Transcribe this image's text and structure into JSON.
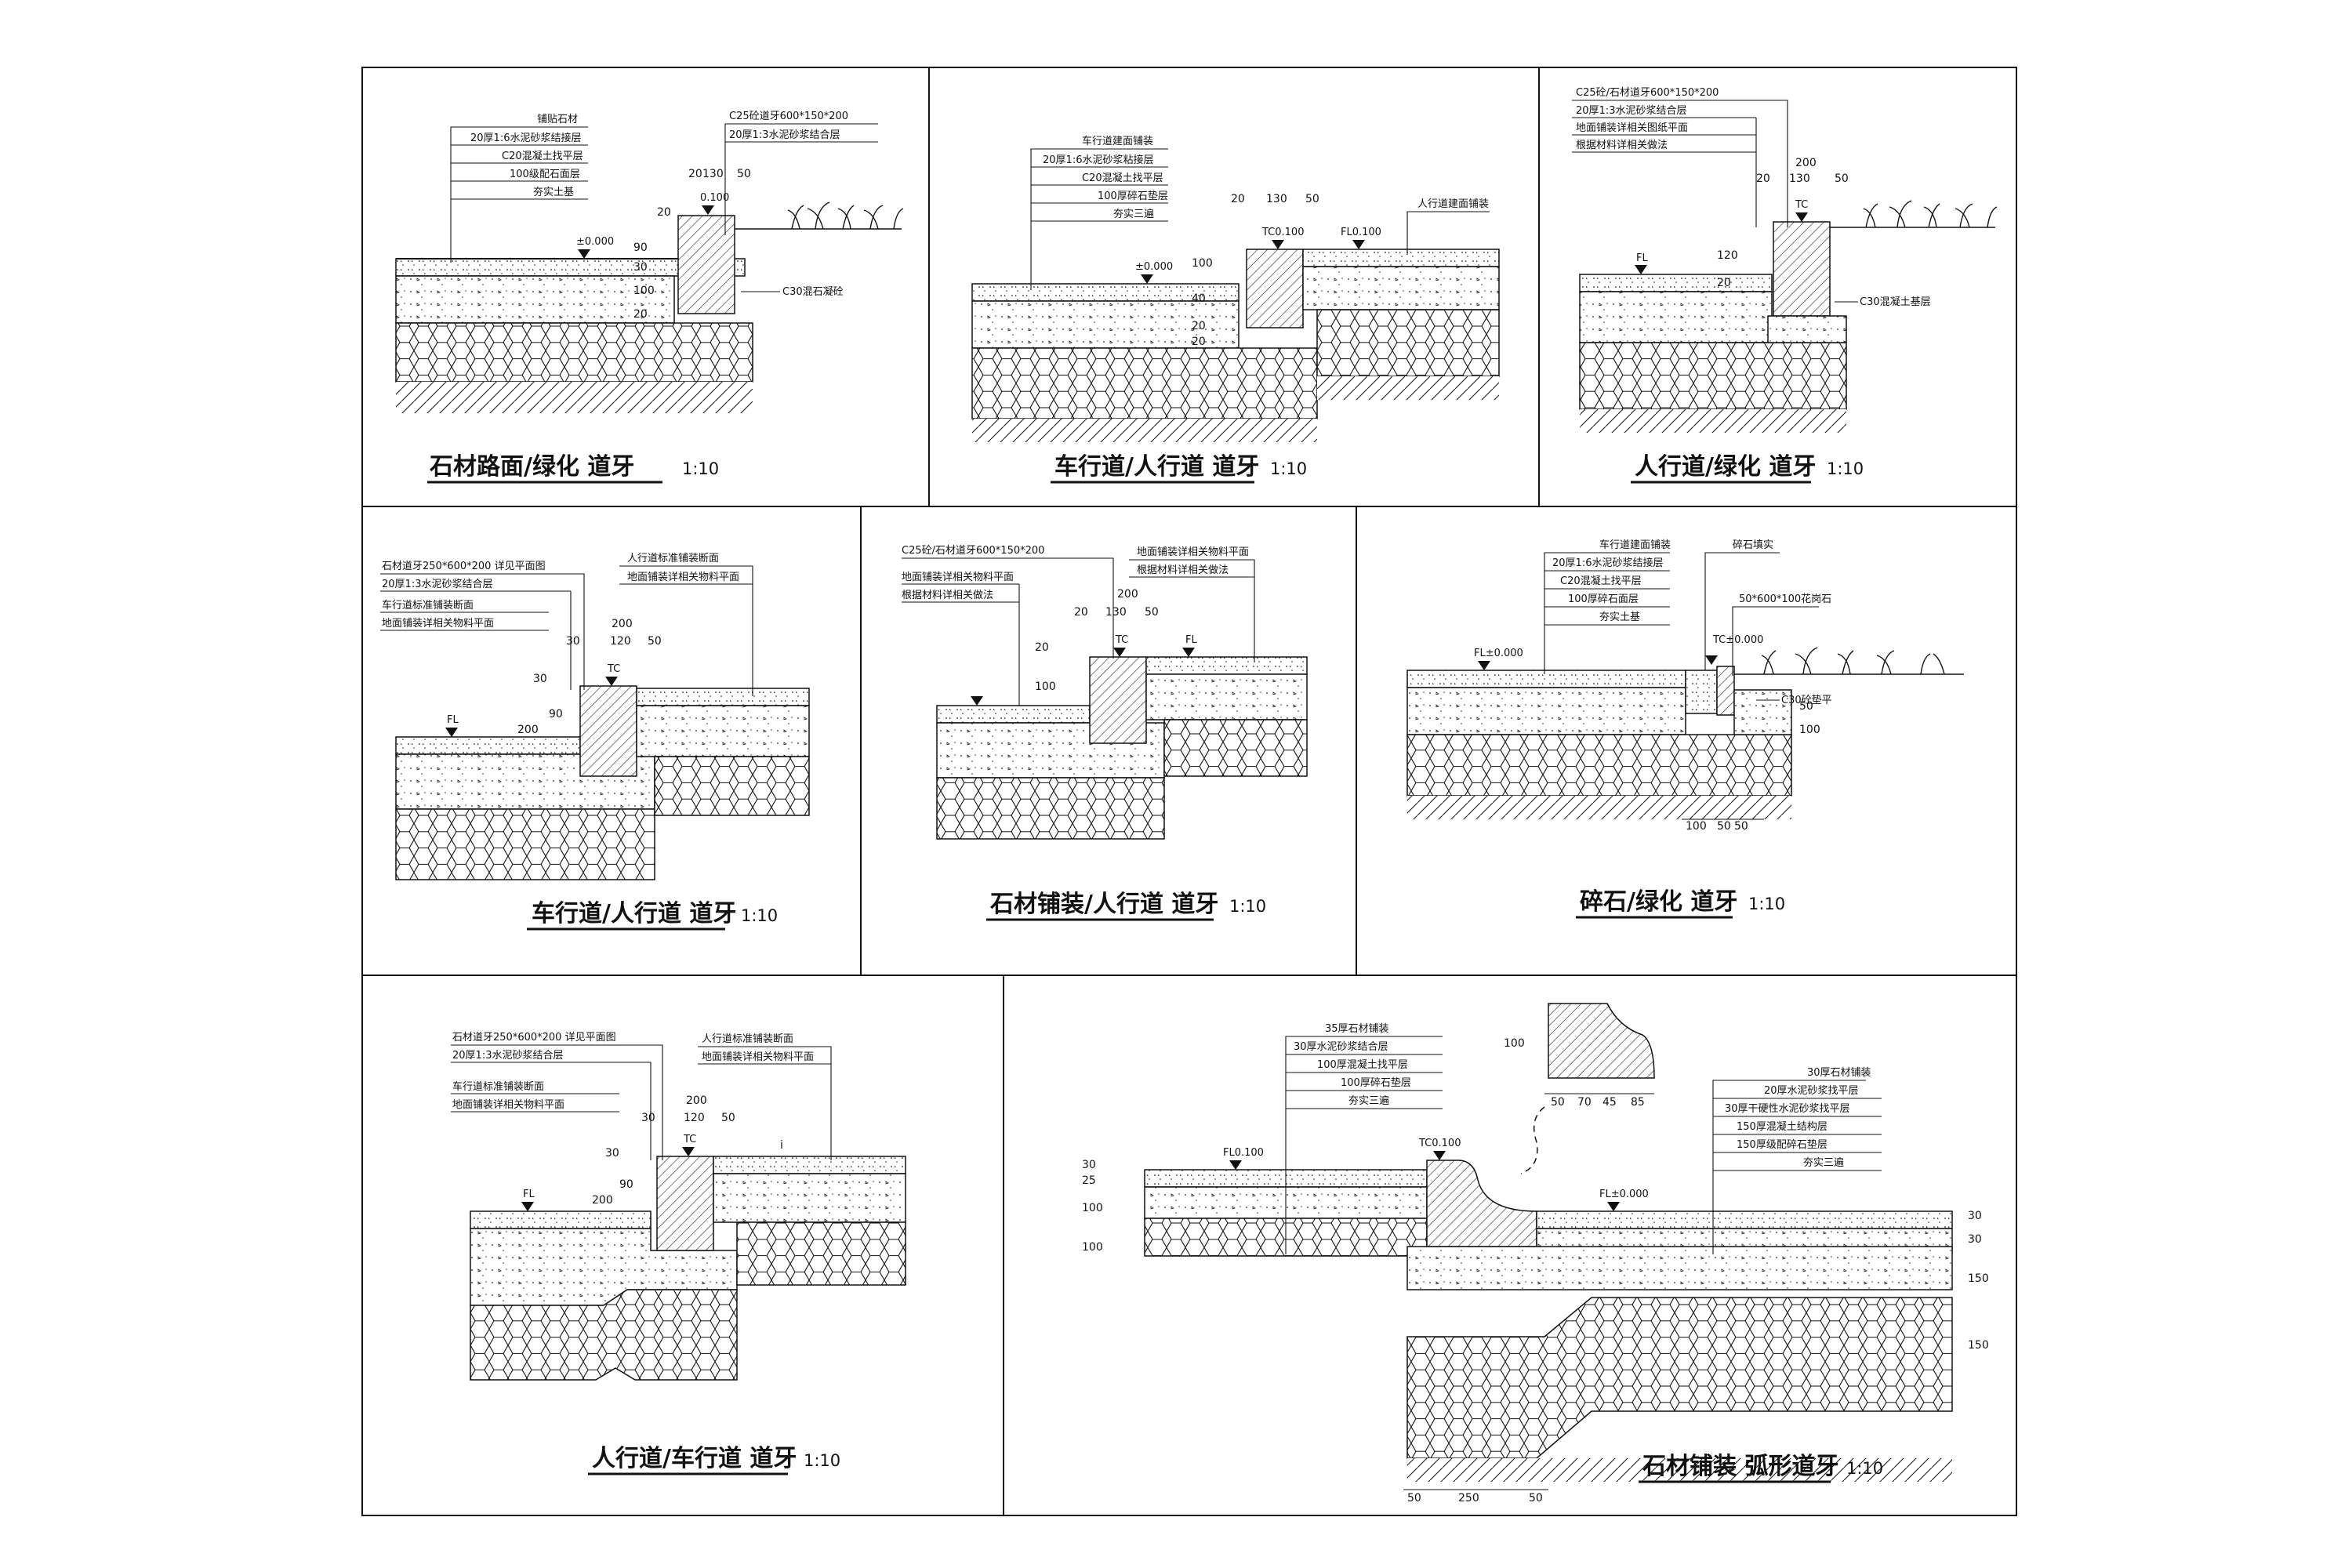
{
  "panels": [
    {
      "id": "p1",
      "title": "石材路面/绿化 道牙",
      "scale": "1:10",
      "leaders_left": [
        "铺贴石材",
        "20厚1:6水泥砂浆结接层",
        "C20混凝土找平层",
        "100级配石面层",
        "夯实土基"
      ],
      "leaders_right": [
        "C25砼道牙600*150*200",
        "20厚1:3水泥砂浆结合层"
      ],
      "dims_top": [
        "20",
        "130",
        "50"
      ],
      "dims_side": [
        "20",
        "90",
        "30",
        "100",
        "20"
      ],
      "levels": [
        "±0.000",
        "0.100"
      ],
      "note": "C30混石凝砼"
    },
    {
      "id": "p2",
      "title": "车行道/人行道 道牙",
      "scale": "1:10",
      "leaders_left": [
        "车行道建面铺装",
        "20厚1:6水泥砂浆粘接层",
        "C20混凝土找平层",
        "100厚碎石垫层",
        "夯实三遍"
      ],
      "leaders_right": [
        "人行道建面铺装"
      ],
      "dims_top": [
        "20",
        "130",
        "50"
      ],
      "dims_side": [
        "100",
        "40",
        "20",
        "20"
      ],
      "levels": [
        "±0.000",
        "TC0.100",
        "FL0.100"
      ]
    },
    {
      "id": "p3",
      "title": "人行道/绿化 道牙",
      "scale": "1:10",
      "leaders_left": [
        "C25砼/石材道牙600*150*200",
        "20厚1:3水泥砂浆结合层",
        "地面铺装详相关图纸平面",
        "根据材料详相关做法"
      ],
      "dims_top": [
        "200",
        "20",
        "130",
        "50"
      ],
      "dims_side": [
        "120",
        "20"
      ],
      "levels": [
        "FL",
        "TC"
      ],
      "note": "C30混凝土基层"
    },
    {
      "id": "p4",
      "title": "车行道/人行道 道牙",
      "scale": "1:10",
      "leaders_left": [
        "石材道牙250*600*200 详见平面图",
        "20厚1:3水泥砂浆结合层",
        "车行道标准铺装断面",
        "地面铺装详相关物料平面"
      ],
      "leaders_right": [
        "人行道标准铺装断面",
        "地面铺装详相关物料平面"
      ],
      "dims_top": [
        "200",
        "30",
        "120",
        "50"
      ],
      "dims_side": [
        "30",
        "90",
        "200"
      ],
      "levels": [
        "FL",
        "TC"
      ]
    },
    {
      "id": "p5",
      "title": "石材铺装/人行道 道牙",
      "scale": "1:10",
      "leaders_left": [
        "C25砼/石材道牙600*150*200",
        "地面铺装详相关物料平面",
        "根据材料详相关做法"
      ],
      "leaders_right": [
        "地面铺装详相关物料平面",
        "根据材料详相关做法"
      ],
      "dims_top": [
        "200",
        "20",
        "130",
        "50"
      ],
      "dims_side": [
        "20",
        "100"
      ],
      "levels": [
        "TC",
        "FL"
      ]
    },
    {
      "id": "p6",
      "title": "碎石/绿化 道牙",
      "scale": "1:10",
      "leaders_left": [
        "车行道建面铺装",
        "20厚1:6水泥砂浆结接层",
        "C20混凝土找平层",
        "100厚碎石面层",
        "夯实土基"
      ],
      "leaders_right": [
        "碎石填实",
        "50*600*100花岗石"
      ],
      "dims_bottom": [
        "100",
        "50",
        "50"
      ],
      "dims_side": [
        "50",
        "100"
      ],
      "levels": [
        "FL±0.000",
        "TC±0.000"
      ],
      "note": "C30砼垫平"
    },
    {
      "id": "p7",
      "title": "人行道/车行道 道牙",
      "scale": "1:10",
      "leaders_left": [
        "石材道牙250*600*200 详见平面图",
        "20厚1:3水泥砂浆结合层",
        "车行道标准铺装断面",
        "地面铺装详相关物料平面"
      ],
      "leaders_right": [
        "人行道标准铺装断面",
        "地面铺装详相关物料平面"
      ],
      "dims_top": [
        "200",
        "30",
        "120",
        "50"
      ],
      "dims_side": [
        "30",
        "90",
        "200"
      ],
      "levels": [
        "FL",
        "TC"
      ],
      "note": "i"
    },
    {
      "id": "p8",
      "title": "石材铺装 弧形道牙",
      "scale": "1:10",
      "leaders_left": [
        "35厚石材铺装",
        "30厚水泥砂浆结合层",
        "100厚混凝土找平层",
        "100厚碎石垫层",
        "夯实三遍"
      ],
      "leaders_right": [
        "30厚石材铺装",
        "20厚水泥砂浆找平层",
        "30厚干硬性水泥砂浆找平层",
        "150厚混凝土结构层",
        "150厚级配碎石垫层",
        "夯实三遍"
      ],
      "dims_top": [
        "50",
        "70",
        "45",
        "85"
      ],
      "dims_detail": [
        "100"
      ],
      "dims_bottom": [
        "50",
        "250",
        "50"
      ],
      "dims_left": [
        "30",
        "25",
        "100",
        "100"
      ],
      "dims_right": [
        "30",
        "30",
        "150",
        "150"
      ],
      "levels": [
        "FL0.100",
        "TC0.100",
        "FL±0.000"
      ]
    }
  ]
}
